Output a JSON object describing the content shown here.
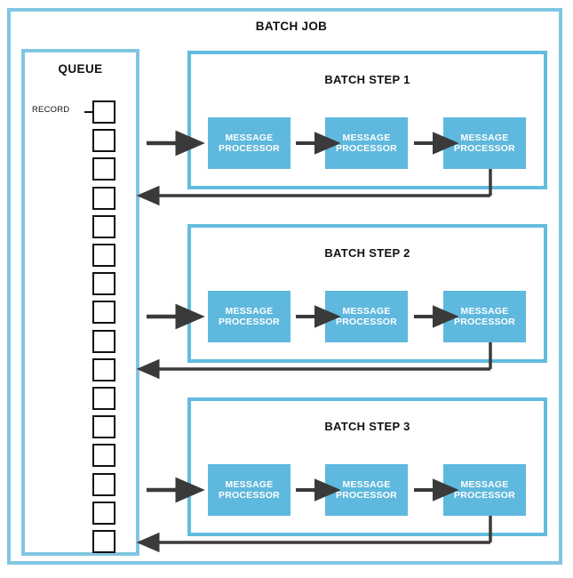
{
  "diagram": {
    "title": "BATCH JOB",
    "colors": {
      "outer_frame_blue": "#80c6e2",
      "step_frame_blue": "#62bcdf",
      "processor_fill_blue": "#5fb8dd",
      "record_outline": "#111111",
      "arrow_gray": "#3a3a3a",
      "background": "#ffffff",
      "text": "#111111",
      "processor_text": "#ffffff"
    }
  },
  "queue": {
    "title": "QUEUE",
    "record_label": "RECORD",
    "record_count": 16
  },
  "steps": [
    {
      "title": "BATCH STEP 1",
      "processors": [
        {
          "line1": "MESSAGE",
          "line2": "PROCESSOR"
        },
        {
          "line1": "MESSAGE",
          "line2": "PROCESSOR"
        },
        {
          "line1": "MESSAGE",
          "line2": "PROCESSOR"
        }
      ]
    },
    {
      "title": "BATCH STEP 2",
      "processors": [
        {
          "line1": "MESSAGE",
          "line2": "PROCESSOR"
        },
        {
          "line1": "MESSAGE",
          "line2": "PROCESSOR"
        },
        {
          "line1": "MESSAGE",
          "line2": "PROCESSOR"
        }
      ]
    },
    {
      "title": "BATCH STEP 3",
      "processors": [
        {
          "line1": "MESSAGE",
          "line2": "PROCESSOR"
        },
        {
          "line1": "MESSAGE",
          "line2": "PROCESSOR"
        },
        {
          "line1": "MESSAGE",
          "line2": "PROCESSOR"
        }
      ]
    }
  ]
}
